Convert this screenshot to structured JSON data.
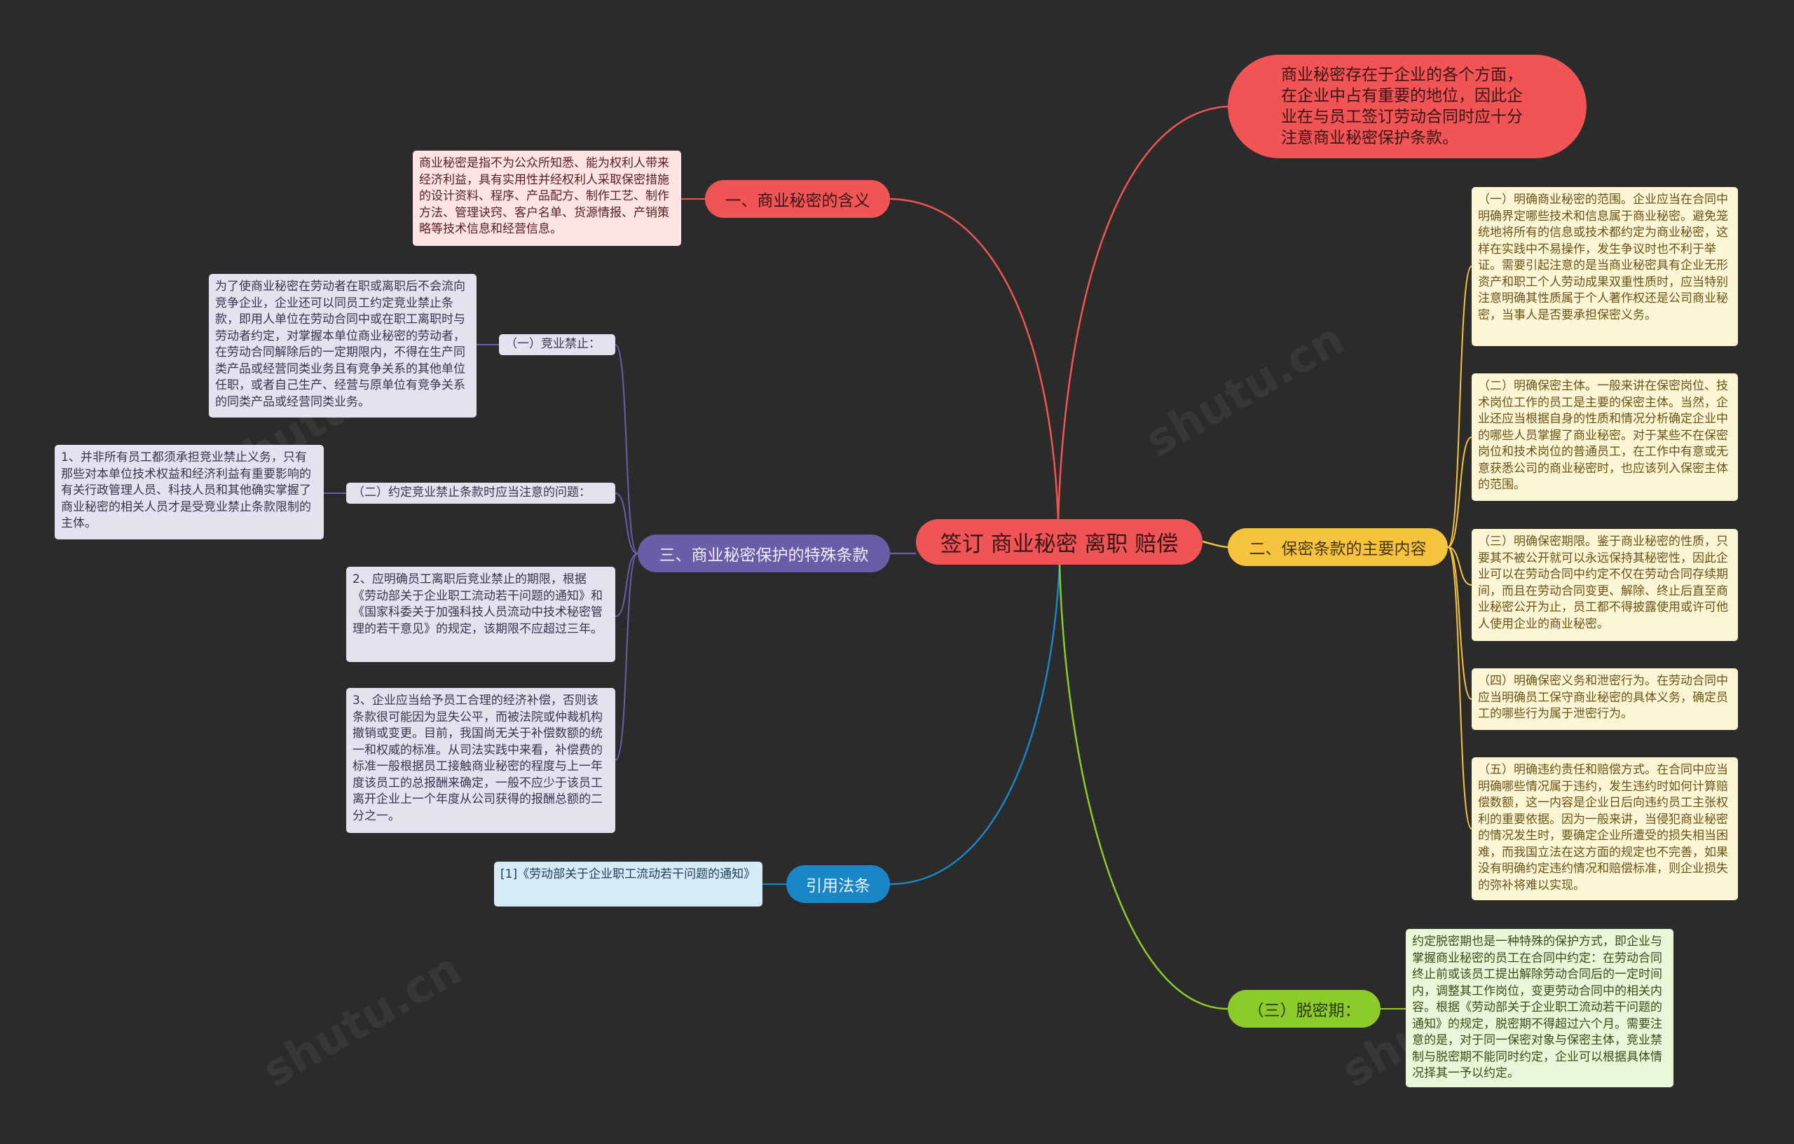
{
  "center": {
    "label": "签订 商业秘密 离职 赔偿"
  },
  "intro": {
    "text": "商业秘密存在于企业的各个方面，在企业中占有重要的地位，因此企业在与员工签订劳动合同时应十分注意商业秘密保护条款。"
  },
  "branch1": {
    "label": "一、商业秘密的含义",
    "detail": "商业秘密是指不为公众所知悉、能为权利人带来经济利益，具有实用性并经权利人采取保密措施的设计资料、程序、产品配方、制作工艺、制作方法、管理诀窍、客户名单、货源情报、产销策略等技术信息和经营信息。"
  },
  "branch2": {
    "label": "二、保密条款的主要内容",
    "items": [
      "（一）明确商业秘密的范围。企业应当在合同中明确界定哪些技术和信息属于商业秘密。避免笼统地将所有的信息或技术都约定为商业秘密，这样在实践中不易操作，发生争议时也不利于举证。需要引起注意的是当商业秘密具有企业无形资产和职工个人劳动成果双重性质时，应当特别注意明确其性质属于个人著作权还是公司商业秘密，当事人是否要承担保密义务。",
      "（二）明确保密主体。一般来讲在保密岗位、技术岗位工作的员工是主要的保密主体。当然，企业还应当根据自身的性质和情况分析确定企业中的哪些人员掌握了商业秘密。对于某些不在保密岗位和技术岗位的普通员工，在工作中有意或无意获悉公司的商业秘密时，也应该列入保密主体的范围。",
      "（三）明确保密期限。鉴于商业秘密的性质，只要其不被公开就可以永远保持其秘密性，因此企业可以在劳动合同中约定不仅在劳动合同存续期间，而且在劳动合同变更、解除、终止后直至商业秘密公开为止，员工都不得披露使用或许可他人使用企业的商业秘密。",
      "（四）明确保密义务和泄密行为。在劳动合同中应当明确员工保守商业秘密的具体义务，确定员工的哪些行为属于泄密行为。",
      "（五）明确违约责任和赔偿方式。在合同中应当明确哪些情况属于违约，发生违约时如何计算赔偿数额，这一内容是企业日后向违约员工主张权利的重要依据。因为一般来讲，当侵犯商业秘密的情况发生时，要确定企业所遭受的损失相当困难，而我国立法在这方面的规定也不完善，如果没有明确约定违约情况和赔偿标准，则企业损失的弥补将难以实现。"
    ]
  },
  "branch3": {
    "label": "三、商业秘密保护的特殊条款",
    "sub1": {
      "label": "（一）竞业禁止：",
      "detail": "为了使商业秘密在劳动者在职或离职后不会流向竞争企业，企业还可以同员工约定竞业禁止条款，即用人单位在劳动合同中或在职工离职时与劳动者约定，对掌握本单位商业秘密的劳动者，在劳动合同解除后的一定期限内，不得在生产同类产品或经营同类业务且有竞争关系的其他单位任职，或者自己生产、经营与原单位有竞争关系的同类产品或经营同类业务。"
    },
    "sub2": {
      "label": "（二）约定竞业禁止条款时应当注意的问题：",
      "detail": "1、并非所有员工都须承担竞业禁止义务，只有那些对本单位技术权益和经济利益有重要影响的有关行政管理人员、科技人员和其他确实掌握了商业秘密的相关人员才是受竞业禁止条款限制的主体。"
    },
    "item2": "2、应明确员工离职后竞业禁止的期限，根据《劳动部关于企业职工流动若干问题的通知》和《国家科委关于加强科技人员流动中技术秘密管理的若干意见》的规定，该期限不应超过三年。",
    "item3": "3、企业应当给予员工合理的经济补偿，否则该条款很可能因为显失公平，而被法院或仲裁机构撤销或变更。目前，我国尚无关于补偿数额的统一和权威的标准。从司法实践中来看，补偿费的标准一般根据员工接触商业秘密的程度与上一年度该员工的总报酬来确定，一般不应少于该员工离开企业上一个年度从公司获得的报酬总额的二分之一。"
  },
  "branch4": {
    "label": "引用法条",
    "detail": "[1]《劳动部关于企业职工流动若干问题的通知》"
  },
  "branch5": {
    "label": "（三）脱密期：",
    "detail": "约定脱密期也是一种特殊的保护方式，即企业与掌握商业秘密的员工在合同中约定：在劳动合同终止前或该员工提出解除劳动合同后的一定时间内，调整其工作岗位，变更劳动合同中的相关内容。根据《劳动部关于企业职工流动若干问题的通知》的规定，脱密期不得超过六个月。需要注意的是，对于同一保密对象与保密主体，竞业禁制与脱密期不能同时约定，企业可以根据具体情况择其一予以约定。"
  },
  "colors": {
    "background": "#2b2b2b",
    "red": "#f05454",
    "yellow": "#f5c43c",
    "purple": "#6b5ca8",
    "blue": "#1a86c8",
    "green": "#8bcc2a"
  }
}
